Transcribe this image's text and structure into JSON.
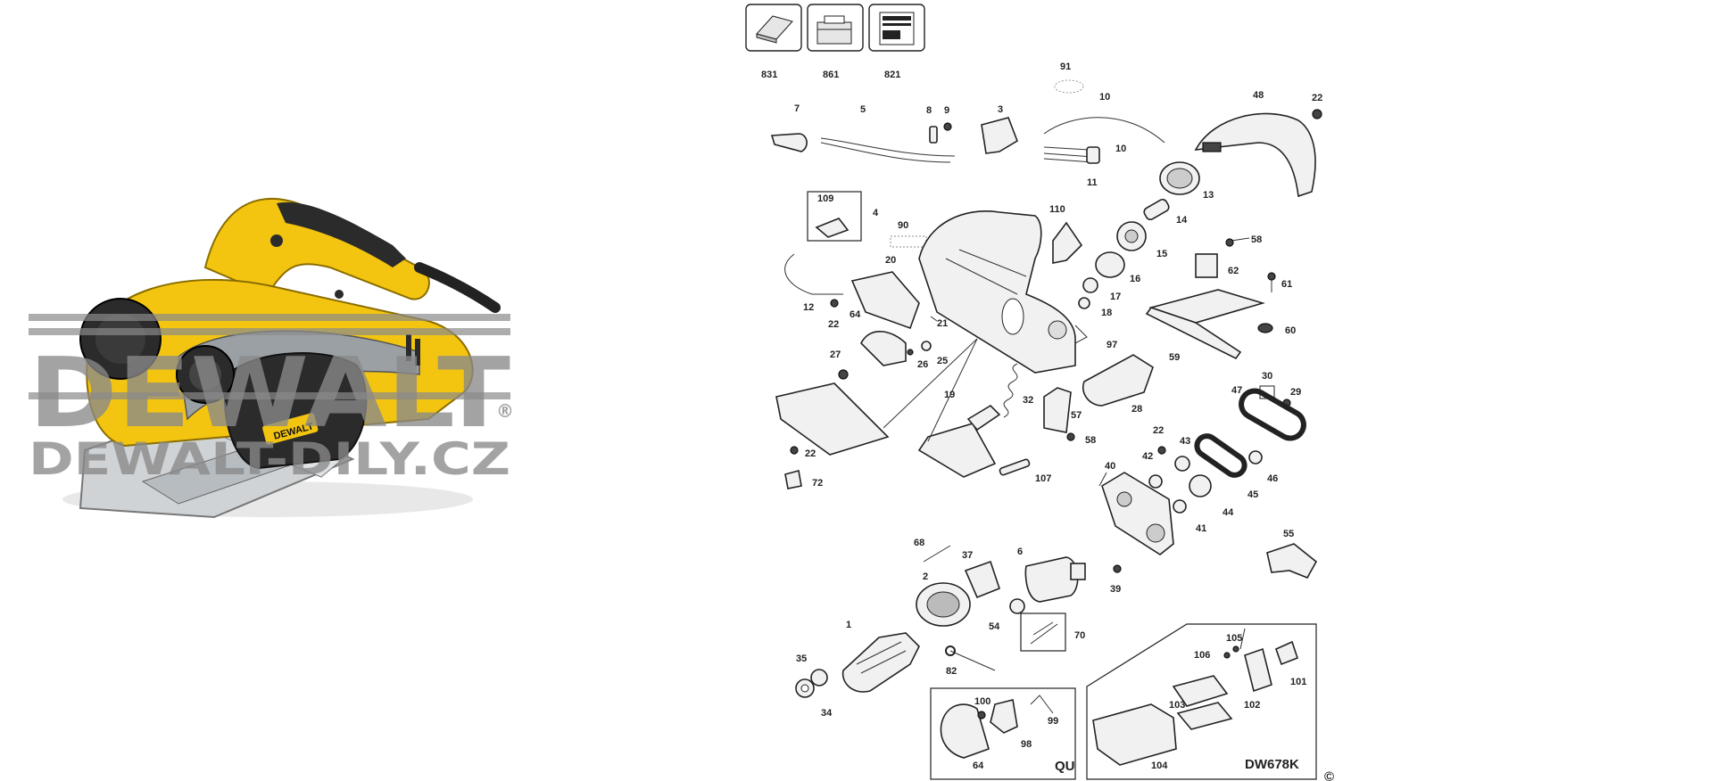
{
  "watermark": {
    "brand": "DEWALT",
    "registered": "®",
    "site": "DEWALT-DILY.CZ"
  },
  "model": "DW678K",
  "kit_label": "QU",
  "copyright": "©",
  "top_boxes": [
    "831",
    "861",
    "821"
  ],
  "callouts": [
    "91",
    "10",
    "10",
    "11",
    "48",
    "22",
    "7",
    "5",
    "8",
    "9",
    "3",
    "13",
    "14",
    "4",
    "109",
    "90",
    "110",
    "15",
    "58",
    "62",
    "61",
    "20",
    "16",
    "17",
    "18",
    "12",
    "22",
    "21",
    "64",
    "25",
    "26",
    "97",
    "59",
    "60",
    "27",
    "19",
    "32",
    "28",
    "30",
    "29",
    "47",
    "57",
    "58",
    "22",
    "42",
    "43",
    "107",
    "40",
    "46",
    "45",
    "44",
    "41",
    "68",
    "37",
    "6",
    "2",
    "39",
    "54",
    "70",
    "1",
    "55",
    "35",
    "82",
    "105",
    "106",
    "101",
    "103",
    "102",
    "100",
    "99",
    "98",
    "34",
    "64",
    "104",
    "22",
    "72"
  ],
  "colors": {
    "tool_yellow": "#f3c511",
    "tool_dark": "#2b2b2b",
    "watermark": "#8a8a8a"
  }
}
